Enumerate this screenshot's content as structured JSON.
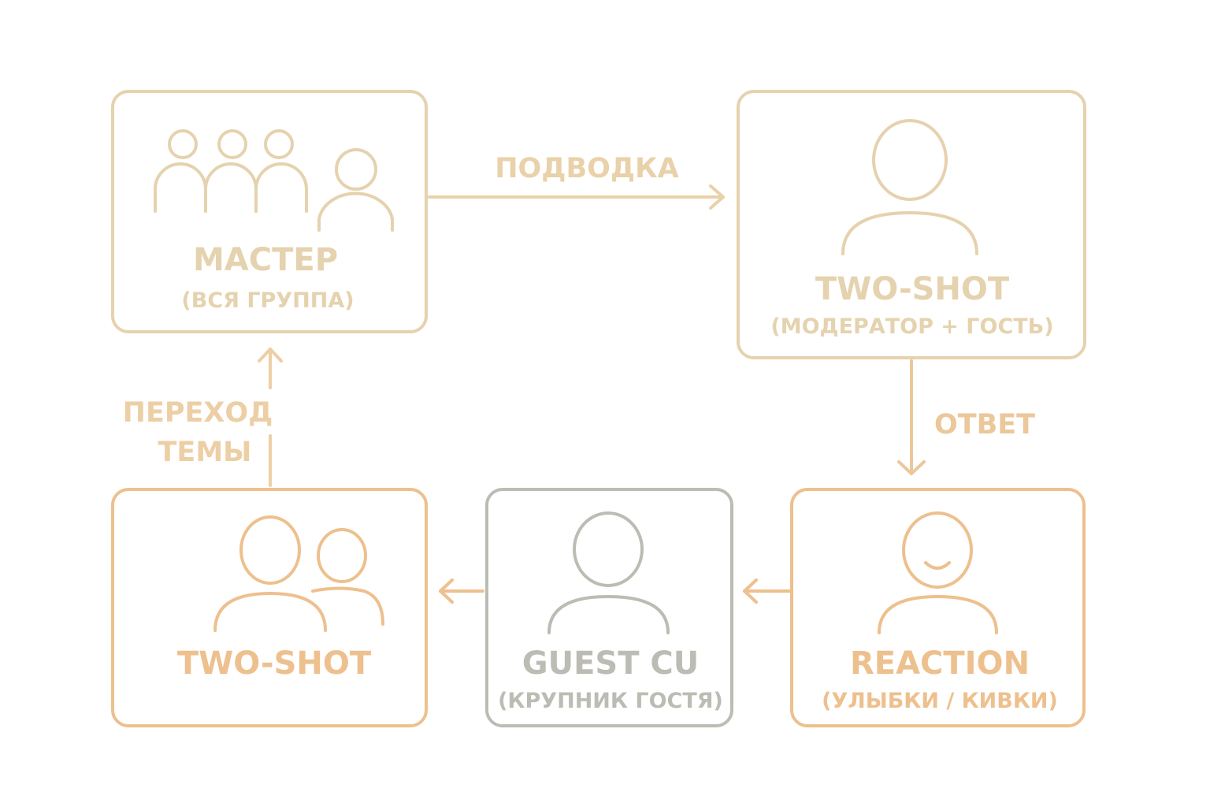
{
  "colors": {
    "master": "#E5D2AE",
    "two_shot_top": "#E5D2AE",
    "reaction": "#EDC08E",
    "guest_cu": "#BCBCB4",
    "two_shot_bottom": "#EDC08E",
    "label_master_edge": "#E9D1AA",
    "label_answer_edge": "#EBC79A",
    "label_transition_edge": "#EDCFA5"
  },
  "nodes": {
    "master": {
      "title": "МАСТЕР",
      "subtitle": "(ВСЯ ГРУППА)",
      "icon": "group-icon"
    },
    "two_shot_top": {
      "title": "TWO-SHOT",
      "subtitle": "(МОДЕРАТОР + ГОСТЬ)",
      "icon": "person-icon"
    },
    "reaction": {
      "title": "REACTION",
      "subtitle": "(УЛЫБКИ / КИВКИ)",
      "icon": "smiling-person-icon"
    },
    "guest_cu": {
      "title": "GUEST CU",
      "subtitle": "(КРУПНИК ГОСТЯ)",
      "icon": "person-icon"
    },
    "two_shot_bottom": {
      "title": "TWO-SHOT",
      "icon": "two-people-icon"
    }
  },
  "edges": {
    "master_to_two_shot": {
      "label": "ПОДВОДКА"
    },
    "two_shot_to_reaction": {
      "label": "ОТВЕТ"
    },
    "reaction_to_guest": {},
    "guest_to_two_shot": {},
    "two_shot_to_master": {
      "label_line1": "ПЕРЕХОД",
      "label_line2": "ТЕМЫ"
    }
  }
}
